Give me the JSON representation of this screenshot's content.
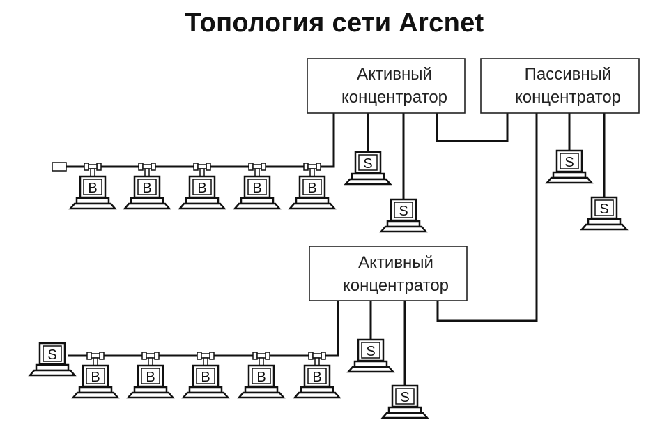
{
  "title": "Топология сети Arcnet",
  "hubs": [
    {
      "id": "active-hub-top",
      "type": "active",
      "line1": "Активный",
      "line2": "концентратор"
    },
    {
      "id": "passive-hub",
      "type": "passive",
      "line1": "Пассивный",
      "line2": "концентратор"
    },
    {
      "id": "active-hub-bottom",
      "type": "active",
      "line1": "Активный",
      "line2": "концентратор"
    }
  ],
  "node_labels": {
    "bus": "B",
    "star": "S"
  },
  "bus_segments": [
    {
      "id": "top-bus",
      "terminator": "terminator",
      "bus_stations": 5,
      "attached_hub": "active-hub-top"
    },
    {
      "id": "bottom-bus",
      "terminator": "S",
      "bus_stations": 5,
      "attached_hub": "active-hub-bottom"
    }
  ],
  "star_stations": [
    {
      "hub": "active-hub-top",
      "count": 2
    },
    {
      "hub": "passive-hub",
      "count": 2
    },
    {
      "hub": "active-hub-bottom",
      "count": 2
    }
  ],
  "links": [
    {
      "from": "active-hub-top",
      "to": "passive-hub"
    },
    {
      "from": "passive-hub",
      "to": "active-hub-bottom"
    }
  ]
}
